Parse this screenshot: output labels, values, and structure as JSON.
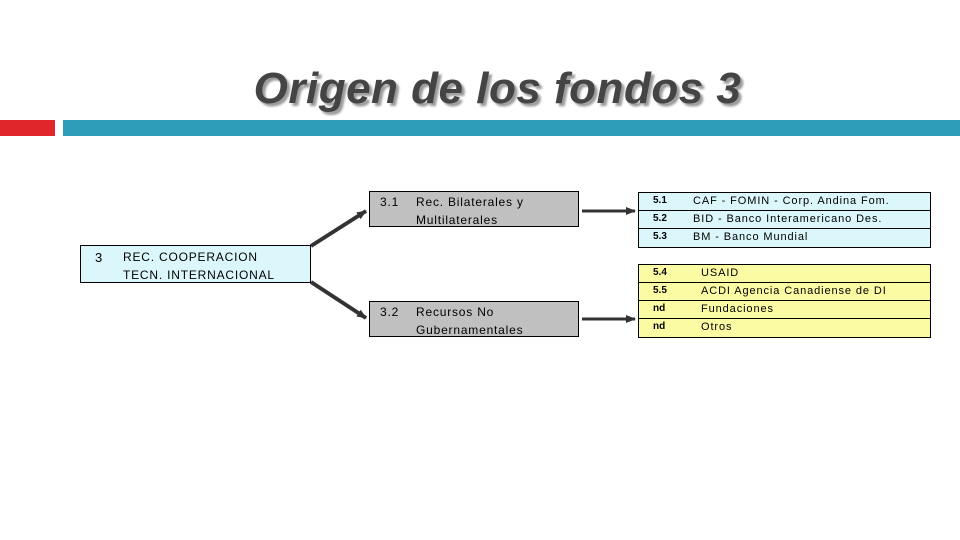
{
  "title": "Origen de los fondos 3",
  "colors": {
    "title_text": "#444444",
    "accent_red": "#e0262b",
    "accent_teal": "#2e9db9",
    "root_fill": "#dcf7fb",
    "mid_fill": "#c0c0c0",
    "list1_fill": "#dcf7fb",
    "list2_fill": "#fbfba4",
    "arrow": "#333333"
  },
  "root": {
    "number": "3",
    "line1": "REC. COOPERACION",
    "line2": "TECN. INTERNACIONAL"
  },
  "branches": [
    {
      "number": "3.1",
      "line1": "Rec.  Bilaterales y",
      "line2": "Multilaterales",
      "items": [
        {
          "code": "5.1",
          "label": "CAF - FOMIN - Corp. Andina Fom."
        },
        {
          "code": "5.2",
          "label": "BID -  Banco Interamericano Des."
        },
        {
          "code": "5.3",
          "label": "BM -   Banco Mundial"
        }
      ]
    },
    {
      "number": "3.2",
      "line1": "Recursos No",
      "line2": "Gubernamentales",
      "items": [
        {
          "code": "5.4",
          "label": "USAID"
        },
        {
          "code": "5.5",
          "label": "ACDI Agencia Canadiense de DI"
        },
        {
          "code": "nd",
          "label": "Fundaciones"
        },
        {
          "code": "nd",
          "label": "Otros"
        }
      ]
    }
  ]
}
